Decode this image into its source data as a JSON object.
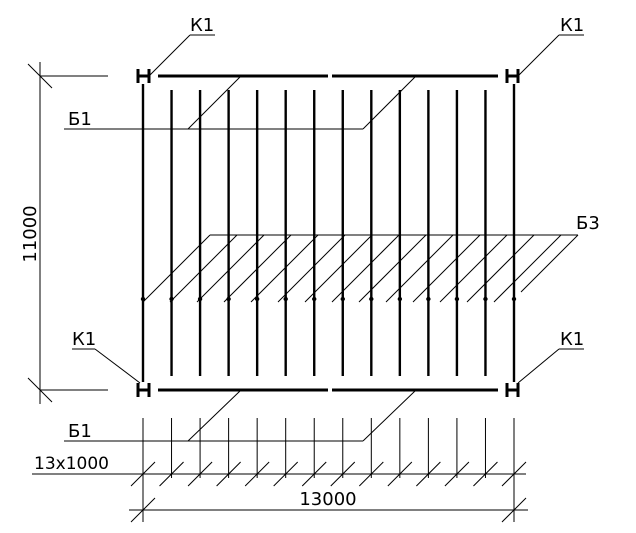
{
  "labels": {
    "column": "К1",
    "beam_main": "Б1",
    "beam_secondary": "Б3"
  },
  "dimensions": {
    "height": "11000",
    "width": "13000",
    "spacing": "13x1000"
  },
  "joist_count": 14,
  "spacing_count": 13
}
